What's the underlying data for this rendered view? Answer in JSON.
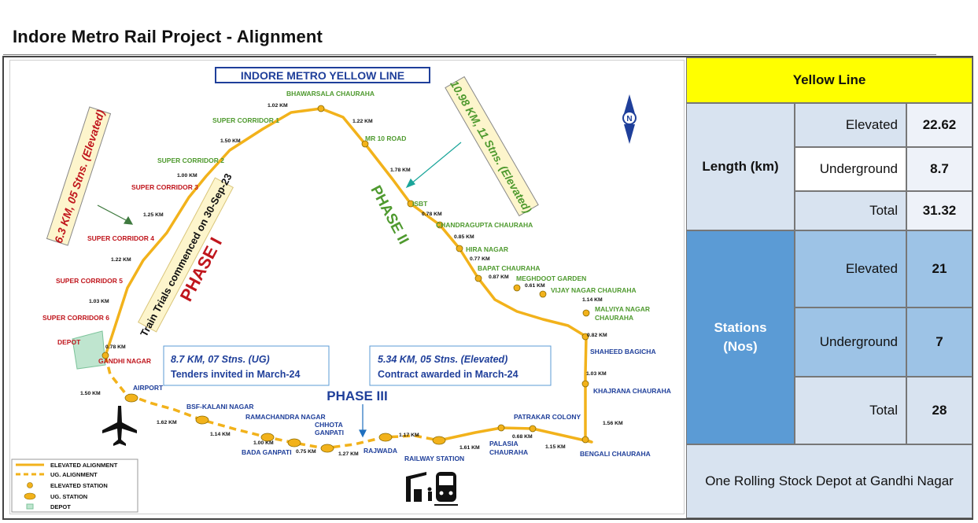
{
  "page_title": "Indore Metro Rail Project - Alignment",
  "map": {
    "banner": "INDORE METRO YELLOW LINE",
    "phase_labels": {
      "phase1": "PHASE I",
      "phase2": "PHASE II",
      "phase3": "PHASE III"
    },
    "callouts": {
      "left_box": "6.3 KM, 05 Stns. (Elevated)",
      "right_box": "10.98 KM, 11 Stns. (Elevated)",
      "trial_box": "Train Trials commenced on 30-Sep-23",
      "ug_box_line1": "8.7 KM, 07 Stns. (UG)",
      "ug_box_line2": "Tenders invited in March-24",
      "elev_box_line1": "5.34 KM, 05 Stns. (Elevated)",
      "elev_box_line2": "Contract awarded in March-24"
    },
    "stations": {
      "bhawarsala": "BHAWARSALA CHAURAHA",
      "sc1": "SUPER CORRIDOR 1",
      "mr10": "MR 10 ROAD",
      "sc2": "SUPER CORRIDOR 2",
      "sc3": "SUPER CORRIDOR 3",
      "isbt": "ISBT",
      "chandragupta": "CHANDRAGUPTA CHAURAHA",
      "sc4": "SUPER CORRIDOR 4",
      "hira": "HIRA NAGAR",
      "bapat": "BAPAT CHAURAHA",
      "meghdoot": "MEGHDOOT GARDEN",
      "sc5": "SUPER CORRIDOR 5",
      "vijay": "VIJAY NAGAR CHAURAHA",
      "malviya1": "MALVIYA NAGAR",
      "malviya2": "CHAURAHA",
      "sc6": "SUPER CORRIDOR 6",
      "depot": "DEPOT",
      "shaheed": "SHAHEED BAGICHA",
      "gandhi": "GANDHI NAGAR",
      "khajrana": "KHAJRANA CHAURAHA",
      "airport": "AIRPORT",
      "bsf": "BSF-KALANI NAGAR",
      "ramachandra": "RAMACHANDRA NAGAR",
      "chhota1": "CHHOTA",
      "chhota2": "GANPATI",
      "patrakar": "PATRAKAR COLONY",
      "bada": "BADA GANPATI",
      "rajwada": "RAJWADA",
      "palasia1": "PALASIA",
      "palasia2": "CHAURAHA",
      "bengali": "BENGALI CHAURAHA",
      "railway": "RAILWAY STATION"
    },
    "distances": {
      "d1": "1.02 KM",
      "d2": "1.22 KM",
      "d3": "1.50 KM",
      "d4": "1.78 KM",
      "d5": "1.00 KM",
      "d6": "0.78 KM",
      "d7": "1.25 KM",
      "d8": "0.85 KM",
      "d9": "0.77 KM",
      "d10": "1.22 KM",
      "d11": "0.87 KM",
      "d12": "0.61 KM",
      "d13": "1.03 KM",
      "d14": "1.14 KM",
      "d15": "0.78 KM",
      "d16": "0.82 KM",
      "d17": "1.03 KM",
      "d18": "1.50 KM",
      "d19": "1.62 KM",
      "d20": "1.14 KM",
      "d21": "1.00 KM",
      "d22": "0.75 KM",
      "d23": "1.27 KM",
      "d24": "1.17 KM",
      "d25": "1.61 KM",
      "d26": "0.68 KM",
      "d27": "1.15 KM",
      "d28": "1.56 KM"
    },
    "north_letter": "N",
    "legend": {
      "elevated_alignment": "ELEVATED ALIGNMENT",
      "ug_alignment": "UG. ALIGNMENT",
      "elevated_station": "ELEVATED STATION",
      "ug_station": "UG. STATION",
      "depot": "DEPOT"
    },
    "colors": {
      "line": "#f2b21b",
      "green_text": "#4f9a2f",
      "red_text": "#c0161d",
      "blue_text": "#1f3f9a",
      "callout_bg": "#fdf5cc"
    }
  },
  "table": {
    "header": "Yellow Line",
    "length_label": "Length (km)",
    "length_rows": [
      {
        "label": "Elevated",
        "value": "22.62"
      },
      {
        "label": "Underground",
        "value": "8.7"
      },
      {
        "label": "Total",
        "value": "31.32"
      }
    ],
    "stations_label_1": "Stations",
    "stations_label_2": "(Nos)",
    "station_rows": [
      {
        "label": "Elevated",
        "value": "21"
      },
      {
        "label": "Underground",
        "value": "7"
      },
      {
        "label": "Total",
        "value": "28"
      }
    ],
    "footer": "One Rolling Stock Depot at Gandhi Nagar",
    "colors": {
      "header_bg": "#ffff00",
      "length_bg": "#d8e3f0",
      "stations_bg": "#5b9bd5",
      "stations_rows_bg": "#9dc3e6",
      "total_bg": "#d8e3f0"
    }
  }
}
